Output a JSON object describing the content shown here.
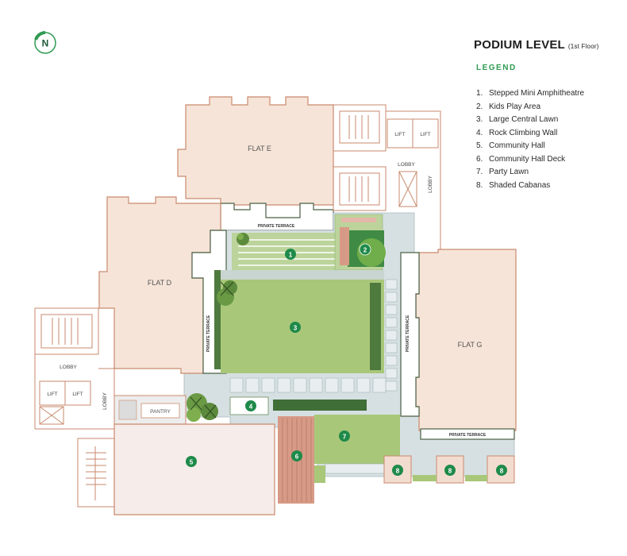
{
  "north": "N",
  "title": "PODIUM LEVEL",
  "title_sub": "(1st Floor)",
  "legend_heading": "LEGEND",
  "legend": [
    {
      "num": "1.",
      "label": "Stepped Mini Amphitheatre"
    },
    {
      "num": "2.",
      "label": "Kids Play Area"
    },
    {
      "num": "3.",
      "label": "Large Central Lawn"
    },
    {
      "num": "4.",
      "label": "Rock Climbing Wall"
    },
    {
      "num": "5.",
      "label": "Community Hall"
    },
    {
      "num": "6.",
      "label": "Community Hall Deck"
    },
    {
      "num": "7.",
      "label": "Party Lawn"
    },
    {
      "num": "8.",
      "label": "Shaded Cabanas"
    }
  ],
  "labels": {
    "flat_e": "FLAT E",
    "flat_d": "FLAT D",
    "flat_g": "FLAT G",
    "lift": "LIFT",
    "lobby": "LOBBY",
    "pantry": "PANTRY",
    "private_terrace": "PRIVATE TERRACE"
  },
  "markers": [
    "1",
    "2",
    "3",
    "4",
    "5",
    "6",
    "7",
    "8"
  ],
  "colors": {
    "flat_fill": "#f6e4d8",
    "outline": "#c98a6d",
    "lawn": "#a9c779",
    "dark_green": "#4f7a3e",
    "paving": "#d6e0e2",
    "marker": "#1f8a4a",
    "heading": "#2f9a52",
    "deck": "#d79a86"
  }
}
